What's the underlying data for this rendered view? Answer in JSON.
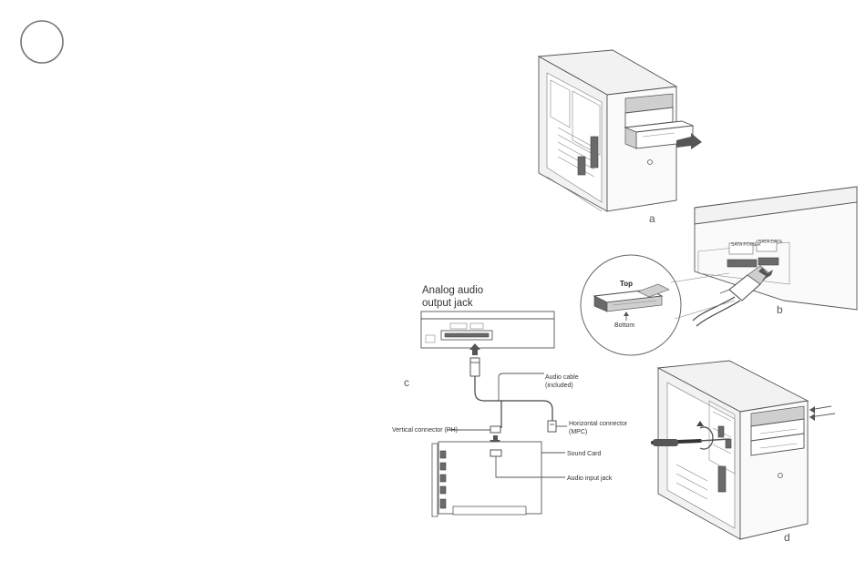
{
  "step_badge": {
    "number": ""
  },
  "panel_a": {
    "letter": "a"
  },
  "panel_b": {
    "letter": "b",
    "inset_top": "Top",
    "inset_bottom": "Bottom"
  },
  "panel_c": {
    "letter": "c",
    "title_line1": "Analog audio",
    "title_line2": "output jack",
    "audio_cable_line1": "Audio cable",
    "audio_cable_line2": "(included)",
    "vertical_connector": "Vertical connector (PH)",
    "horizontal_connector_line1": "Horizontal connector",
    "horizontal_connector_line2": "(MPC)",
    "sound_card": "Sound Card",
    "audio_input_jack": "Audio input jack"
  },
  "panel_d": {
    "letter": "d"
  }
}
